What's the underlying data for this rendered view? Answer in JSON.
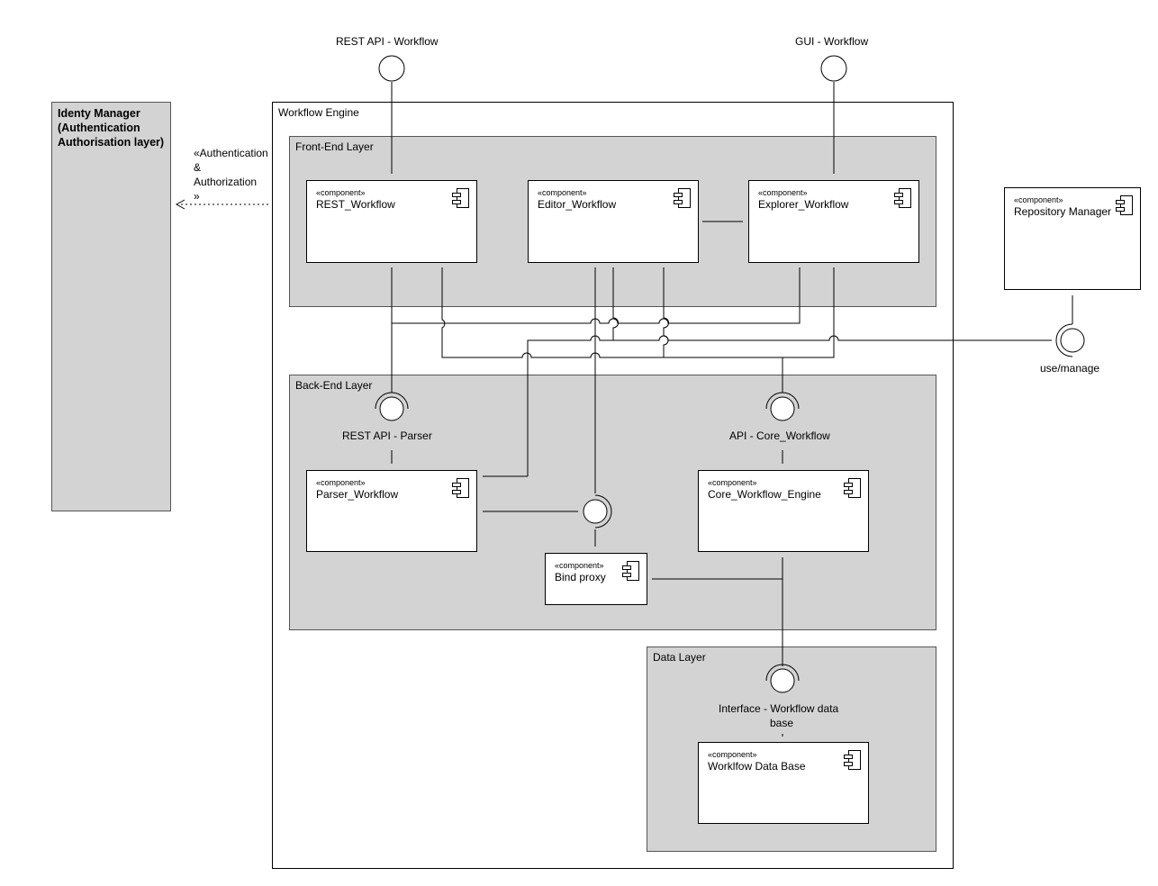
{
  "interfaces": {
    "rest_api_workflow": "REST API - Workflow",
    "gui_workflow": "GUI - Workflow",
    "rest_api_parser": "REST API - Parser",
    "api_core_workflow": "API - Core_Workflow",
    "interface_workflow_db_line1": "Interface - Workflow data",
    "interface_workflow_db_line2": "base",
    "use_manage": "use/manage"
  },
  "identity_manager": {
    "title": "Identy Manager (Authentication Authorisation layer)"
  },
  "dependency": {
    "line1": "«Authentication",
    "line2": "&",
    "line3": "Authorization",
    "line4": "»"
  },
  "workflow_engine": {
    "title": "Workflow Engine",
    "front_end": "Front-End Layer",
    "back_end": "Back-End Layer",
    "data_layer": "Data Layer"
  },
  "components": {
    "stereotype": "«component»",
    "rest_workflow": "REST_Workflow",
    "editor_workflow": "Editor_Workflow",
    "explorer_workflow": "Explorer_Workflow",
    "repository_manager": "Repository Manager",
    "parser_workflow": "Parser_Workflow",
    "core_workflow_engine": "Core_Workflow_Engine",
    "bind_proxy": "Bind proxy",
    "workflow_data_base": "Worklfow Data Base"
  }
}
